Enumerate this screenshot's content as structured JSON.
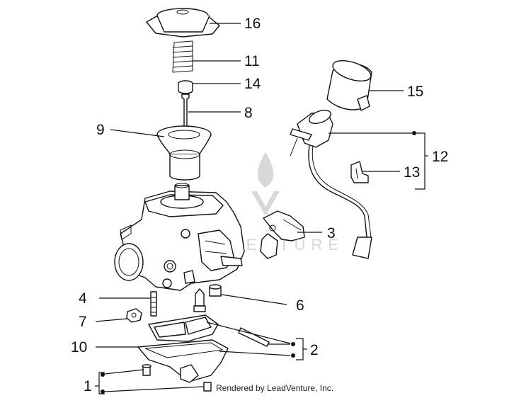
{
  "diagram": {
    "callouts": [
      {
        "id": "c16",
        "label": "16"
      },
      {
        "id": "c11",
        "label": "11"
      },
      {
        "id": "c14",
        "label": "14"
      },
      {
        "id": "c8",
        "label": "8"
      },
      {
        "id": "c9",
        "label": "9"
      },
      {
        "id": "c15",
        "label": "15"
      },
      {
        "id": "c12",
        "label": "12"
      },
      {
        "id": "c13",
        "label": "13"
      },
      {
        "id": "c3",
        "label": "3"
      },
      {
        "id": "c4",
        "label": "4"
      },
      {
        "id": "c6",
        "label": "6"
      },
      {
        "id": "c7",
        "label": "7"
      },
      {
        "id": "c2",
        "label": "2"
      },
      {
        "id": "c10",
        "label": "10"
      },
      {
        "id": "c1",
        "label": "1"
      }
    ],
    "credit": "Rendered by LeadVenture, Inc.",
    "watermark": "VENTURE"
  }
}
